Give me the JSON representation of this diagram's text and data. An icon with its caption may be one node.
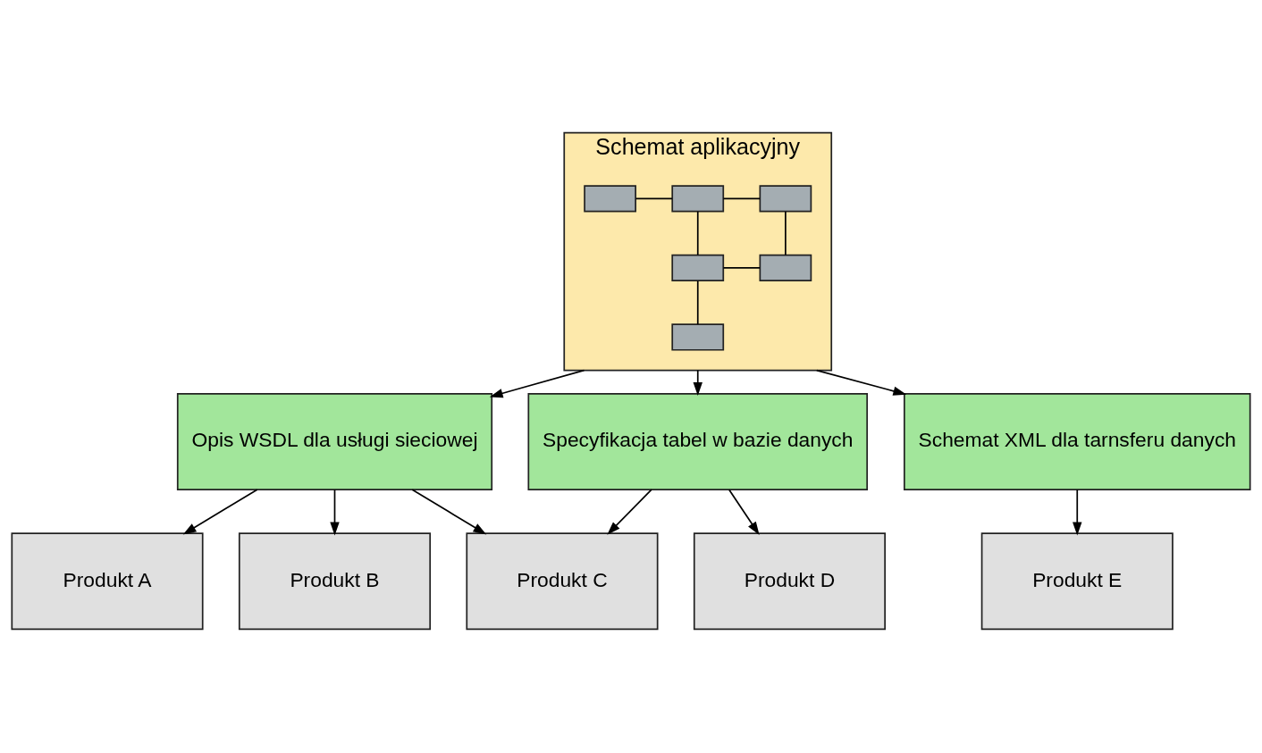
{
  "diagram": {
    "nodes": [
      {
        "text": [
          "Schemat aplikacyjny"
        ]
      },
      {
        "text": [],
        "shape": "box",
        "in": 0
      },
      {
        "text": [],
        "shape": "box",
        "in": 0
      },
      {
        "text": [],
        "shape": "box",
        "in": 0
      },
      {
        "text": [],
        "shape": "box",
        "in": 0
      },
      {
        "text": [],
        "shape": "box",
        "in": 0
      },
      {
        "text": [],
        "shape": "box",
        "in": 0
      },
      {
        "text": [
          "Opis WSDL dla usługi sieciowej"
        ]
      },
      {
        "text": [
          "Specyfikacja tabel w bazie danych"
        ]
      },
      {
        "text": [
          "Schemat XML dla tarnsferu danych"
        ]
      },
      {
        "text": [
          "Produkt A"
        ]
      },
      {
        "text": [
          "Produkt B"
        ]
      },
      {
        "text": [
          "Produkt C"
        ]
      },
      {
        "text": [
          "Produkt D"
        ]
      },
      {
        "text": [
          "Produkt E"
        ]
      }
    ],
    "edges": [
      {
        "from": 1,
        "to": 2,
        "arrow": "none"
      },
      {
        "from": 2,
        "to": 3,
        "arrow": "none"
      },
      {
        "from": 2,
        "to": 4,
        "arrow": "none"
      },
      {
        "from": 3,
        "to": 5,
        "arrow": "none"
      },
      {
        "from": 4,
        "to": 5,
        "arrow": "none"
      },
      {
        "from": 4,
        "to": 6,
        "arrow": "none"
      },
      {
        "from": 0,
        "to": 7,
        "arrow": "to"
      },
      {
        "from": 0,
        "to": 8,
        "arrow": "to"
      },
      {
        "from": 0,
        "to": 9,
        "arrow": "to"
      },
      {
        "from": 7,
        "to": 10,
        "arrow": "to"
      },
      {
        "from": 7,
        "to": 11,
        "arrow": "to"
      },
      {
        "from": 7,
        "to": 12,
        "arrow": "to"
      },
      {
        "from": 8,
        "to": 12,
        "arrow": "to"
      },
      {
        "from": 8,
        "to": 13,
        "arrow": "to"
      },
      {
        "from": 9,
        "to": 14,
        "arrow": "to"
      }
    ]
  }
}
